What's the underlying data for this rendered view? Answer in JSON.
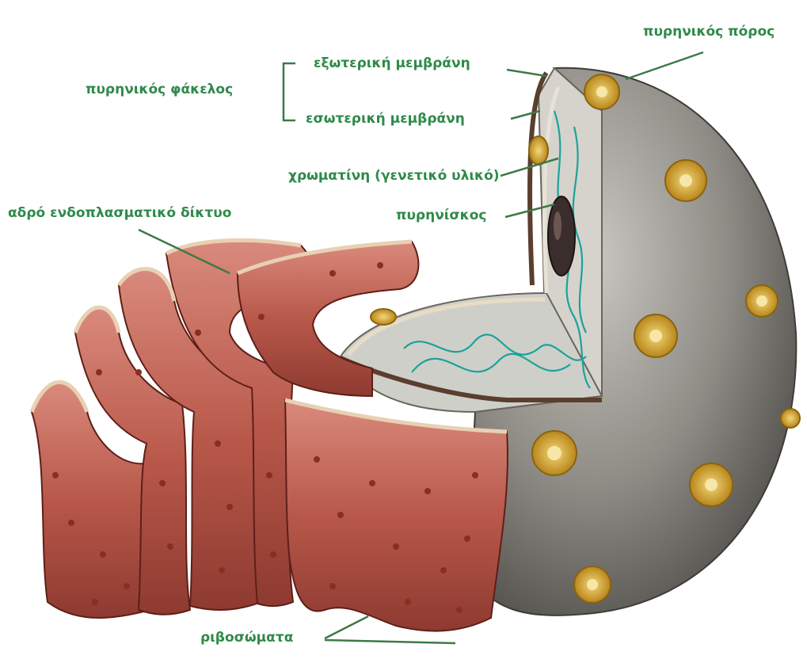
{
  "labels": {
    "nuclear_pore": "πυρηνικός πόρος",
    "nuclear_envelope": "πυρηνικός φάκελος",
    "outer_membrane": "εξωτερική μεμβράνη",
    "inner_membrane": "εσωτερική μεμβράνη",
    "chromatin": "χρωματίνη (γενετικό υλικό)",
    "nucleolus": "πυρηνίσκος",
    "rough_er": "αδρό ενδοπλασματικό δίκτυο",
    "ribosomes": "ριβοσώματα"
  },
  "colors": {
    "label_text": "#2f8a4a",
    "leader_line": "#3d7a45",
    "nucleus_shell": "#8d8a84",
    "nucleus_interior": "#c9c9c4",
    "chromatin_strand": "#1aa39a",
    "nucleolus": "#3c2d2d",
    "nuclear_pore": "#d9a826",
    "er_membrane": "#c46a5e",
    "er_edge": "#e8d0b4",
    "ribosome": "#8a2e22"
  }
}
